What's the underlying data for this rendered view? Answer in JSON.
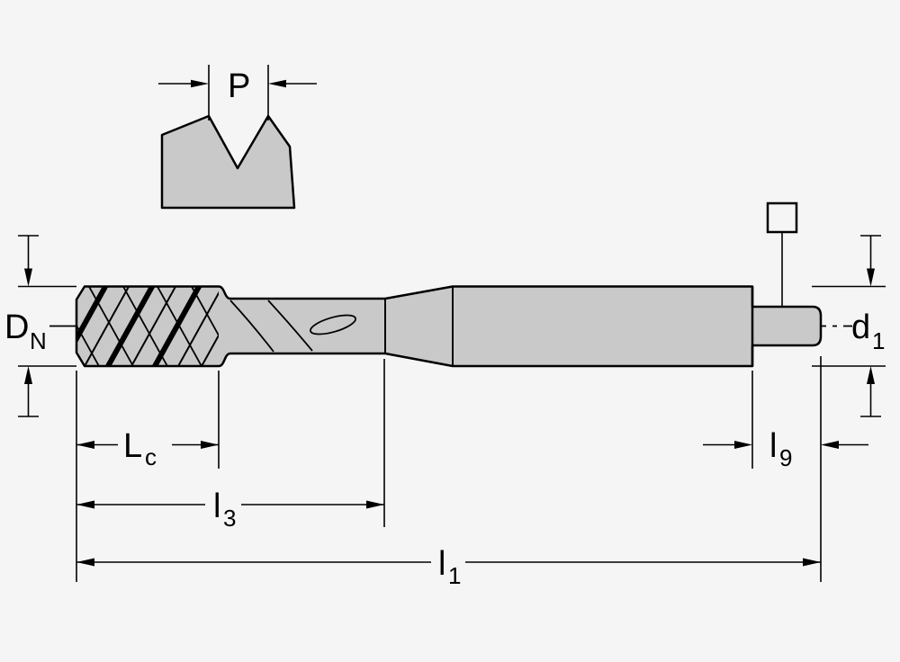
{
  "page": {
    "background": "#f5f5f5",
    "kind": "technical-dimension-drawing",
    "subject": "machine tap side view with thread-profile detail and dimension callouts"
  },
  "colors": {
    "body_fill": "#c9c9c9",
    "line": "#000000"
  },
  "labels": {
    "pitch": {
      "main": "P",
      "sub": ""
    },
    "nominal_diameter": {
      "main": "D",
      "sub": "N"
    },
    "shank_diameter": {
      "main": "d",
      "sub": "1"
    },
    "chamfer_length": {
      "main": "L",
      "sub": "c"
    },
    "length_l3": {
      "main": "l",
      "sub": "3"
    },
    "overall_length": {
      "main": "l",
      "sub": "1"
    },
    "square_length": {
      "main": "l",
      "sub": "9"
    }
  },
  "symbols": {
    "square_drive": "square-outline-symbol"
  }
}
